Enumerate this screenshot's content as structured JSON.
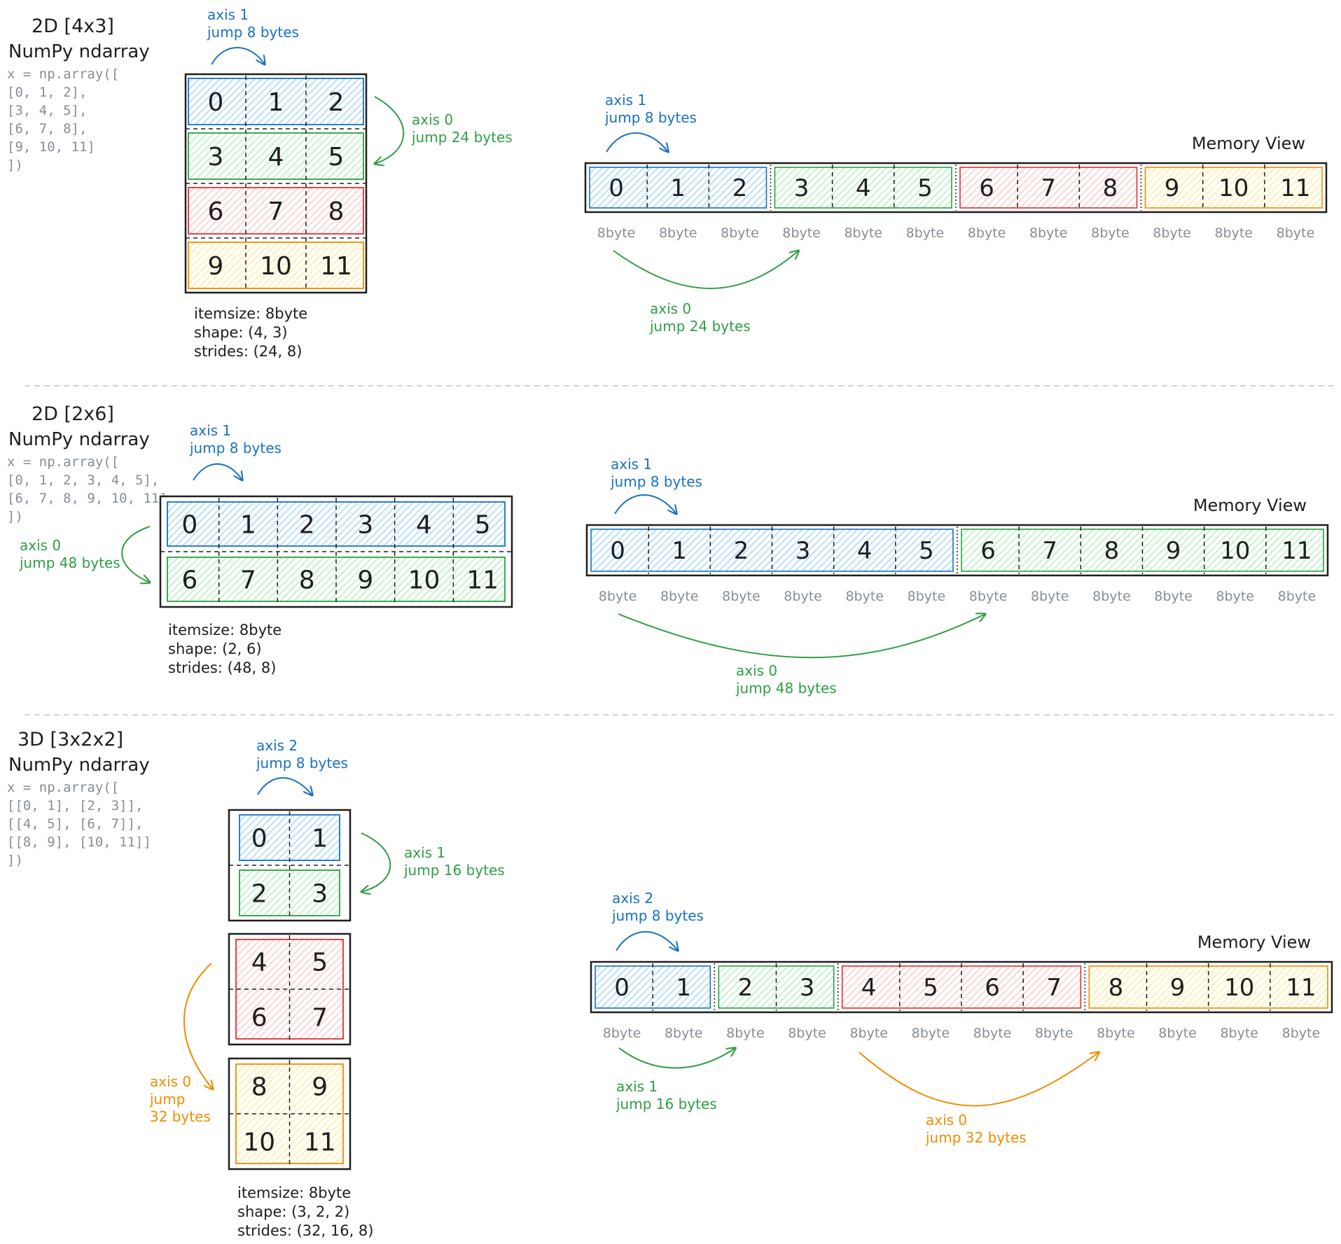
{
  "colors": {
    "blue": "#1971c2",
    "green": "#2f9e44",
    "red": "#e03131",
    "orange": "#f08c00",
    "blue_fill": "#a5d8ff",
    "green_fill": "#b2f2bb",
    "red_fill": "#ffc9c9",
    "orange_fill": "#ffec99",
    "code_gray": "#868e96",
    "ink": "#1e1e1e",
    "divider": "#ced4da"
  },
  "sections": [
    {
      "title": "2D [4x3]",
      "subtitle": "NumPy ndarray",
      "code": [
        "x = np.array([",
        "  [0, 1, 2],",
        "  [3, 4, 5],",
        "  [6, 7, 8],",
        "  [9, 10, 11]",
        "])"
      ],
      "array_label": {
        "axis": "axis 1",
        "jump": "jump 8 bytes"
      },
      "side_label": {
        "axis": "axis 0",
        "jump": "jump 24 bytes"
      },
      "rows": [
        [
          "0",
          "1",
          "2"
        ],
        [
          "3",
          "4",
          "5"
        ],
        [
          "6",
          "7",
          "8"
        ],
        [
          "9",
          "10",
          "11"
        ]
      ],
      "info": [
        "itemsize: 8byte",
        "shape: (4, 3)",
        "strides: (24, 8)"
      ],
      "memory_title": "Memory View",
      "memory_cells": [
        "0",
        "1",
        "2",
        "3",
        "4",
        "5",
        "6",
        "7",
        "8",
        "9",
        "10",
        "11"
      ],
      "memory_cell_label": "8byte",
      "memory_top_label": {
        "axis": "axis 1",
        "jump": "jump 8 bytes"
      },
      "memory_bottom_labels": [
        {
          "axis": "axis 0",
          "jump": "jump 24 bytes"
        }
      ]
    },
    {
      "title": "2D [2x6]",
      "subtitle": "NumPy ndarray",
      "code": [
        "x = np.array([",
        "  [0, 1, 2, 3, 4, 5],",
        "  [6, 7, 8, 9, 10, 11]",
        "])"
      ],
      "array_label": {
        "axis": "axis 1",
        "jump": "jump 8 bytes"
      },
      "side_label": {
        "axis": "axis 0",
        "jump": "jump 48 bytes"
      },
      "rows": [
        [
          "0",
          "1",
          "2",
          "3",
          "4",
          "5"
        ],
        [
          "6",
          "7",
          "8",
          "9",
          "10",
          "11"
        ]
      ],
      "info": [
        "itemsize: 8byte",
        "shape: (2, 6)",
        "strides: (48, 8)"
      ],
      "memory_title": "Memory View",
      "memory_cells": [
        "0",
        "1",
        "2",
        "3",
        "4",
        "5",
        "6",
        "7",
        "8",
        "9",
        "10",
        "11"
      ],
      "memory_cell_label": "8byte",
      "memory_top_label": {
        "axis": "axis 1",
        "jump": "jump 8 bytes"
      },
      "memory_bottom_labels": [
        {
          "axis": "axis 0",
          "jump": "jump 48 bytes"
        }
      ]
    },
    {
      "title": "3D [3x2x2]",
      "subtitle": "NumPy ndarray",
      "code": [
        "x = np.array([",
        "  [[0, 1], [2, 3]],",
        "  [[4, 5], [6, 7]],",
        "  [[8, 9], [10, 11]]",
        "])"
      ],
      "array_label": {
        "axis": "axis 2",
        "jump": "jump 8 bytes"
      },
      "side_label": {
        "axis": "axis 1",
        "jump": "jump 16 bytes"
      },
      "outer_label": {
        "axis": "axis 0",
        "jump": "jump",
        "jump2": "32 bytes"
      },
      "blocks": [
        [
          [
            "0",
            "1"
          ],
          [
            "2",
            "3"
          ]
        ],
        [
          [
            "4",
            "5"
          ],
          [
            "6",
            "7"
          ]
        ],
        [
          [
            "8",
            "9"
          ],
          [
            "10",
            "11"
          ]
        ]
      ],
      "info": [
        "itemsize: 8byte",
        "shape: (3, 2, 2)",
        "strides: (32, 16, 8)"
      ],
      "memory_title": "Memory View",
      "memory_cells": [
        "0",
        "1",
        "2",
        "3",
        "4",
        "5",
        "6",
        "7",
        "8",
        "9",
        "10",
        "11"
      ],
      "memory_cell_label": "8byte",
      "memory_top_label": {
        "axis": "axis 2",
        "jump": "jump 8 bytes"
      },
      "memory_bottom_labels": [
        {
          "axis": "axis 1",
          "jump": "jump 16 bytes"
        },
        {
          "axis": "axis 0",
          "jump": "jump 32 bytes"
        }
      ]
    }
  ]
}
